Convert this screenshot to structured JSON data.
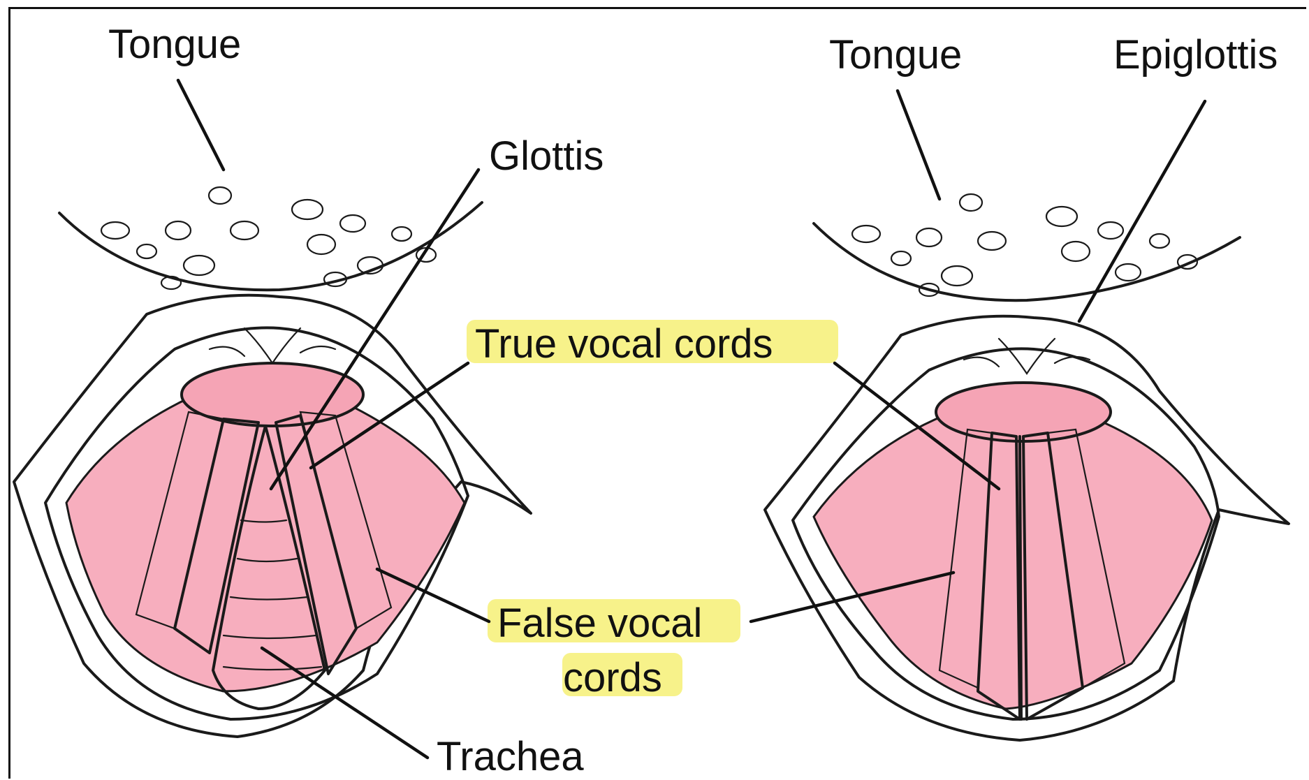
{
  "labels": {
    "tongue_left": "Tongue",
    "glottis": "Glottis",
    "true_vocal_cords": "True vocal cords",
    "false_vocal_cords_line1": "False vocal",
    "false_vocal_cords_line2": "cords",
    "trachea": "Trachea",
    "tongue_right": "Tongue",
    "epiglottis": "Epiglottis"
  },
  "colors": {
    "tissue_pink": "#f7aebe",
    "epiglottis_pink": "#f5a4b5",
    "light_cord": "#fde8ea",
    "highlight": "#f7f28a",
    "line": "#111111"
  }
}
